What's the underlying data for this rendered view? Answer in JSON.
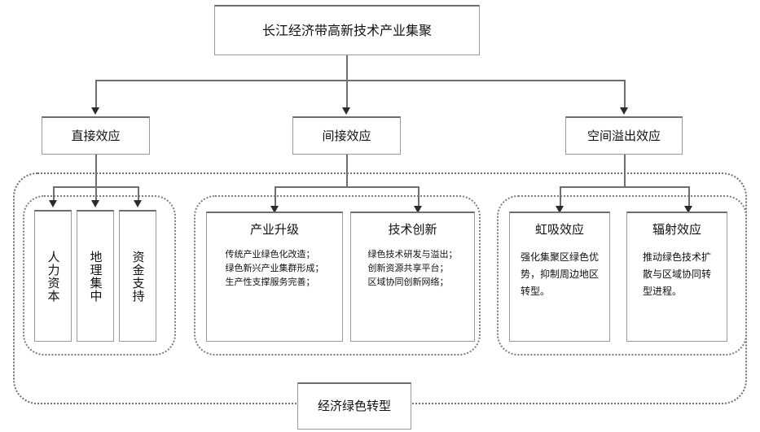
{
  "diagram": {
    "title_node": {
      "label": "长江经济带高新技术产业集聚"
    },
    "level2": [
      {
        "label": "直接效应"
      },
      {
        "label": "间接效应"
      },
      {
        "label": "空间溢出效应"
      }
    ],
    "group_direct": {
      "items": [
        {
          "label": "人力资本"
        },
        {
          "label": "地理集中"
        },
        {
          "label": "资金支持"
        }
      ]
    },
    "group_indirect": {
      "items": [
        {
          "title": "产业升级",
          "lines": [
            "传统产业绿色化改造；",
            "绿色新兴产业集群形成；",
            "生产性支撑服务完善；"
          ]
        },
        {
          "title": "技术创新",
          "lines": [
            "绿色技术研发与溢出；",
            "创新资源共享平台；",
            "区域协同创新网络；"
          ]
        }
      ]
    },
    "group_spillover": {
      "items": [
        {
          "title": "虹吸效应",
          "lines": [
            "强化集聚区绿色优",
            "势，抑制周边地区",
            "转型。"
          ]
        },
        {
          "title": "辐射效应",
          "lines": [
            "推动绿色技术扩",
            "散与区域协同转",
            "型进程。"
          ]
        }
      ]
    },
    "outcome_node": {
      "label": "经济绿色转型"
    },
    "colors": {
      "node_border": "#9a9a9a",
      "node_top_border": "#6e6e6e",
      "dashed_border": "#7d7d7d",
      "connector": "#6e6e6e",
      "arrow": "#2b2b2b",
      "background": "#ffffff",
      "text": "#111111"
    }
  }
}
